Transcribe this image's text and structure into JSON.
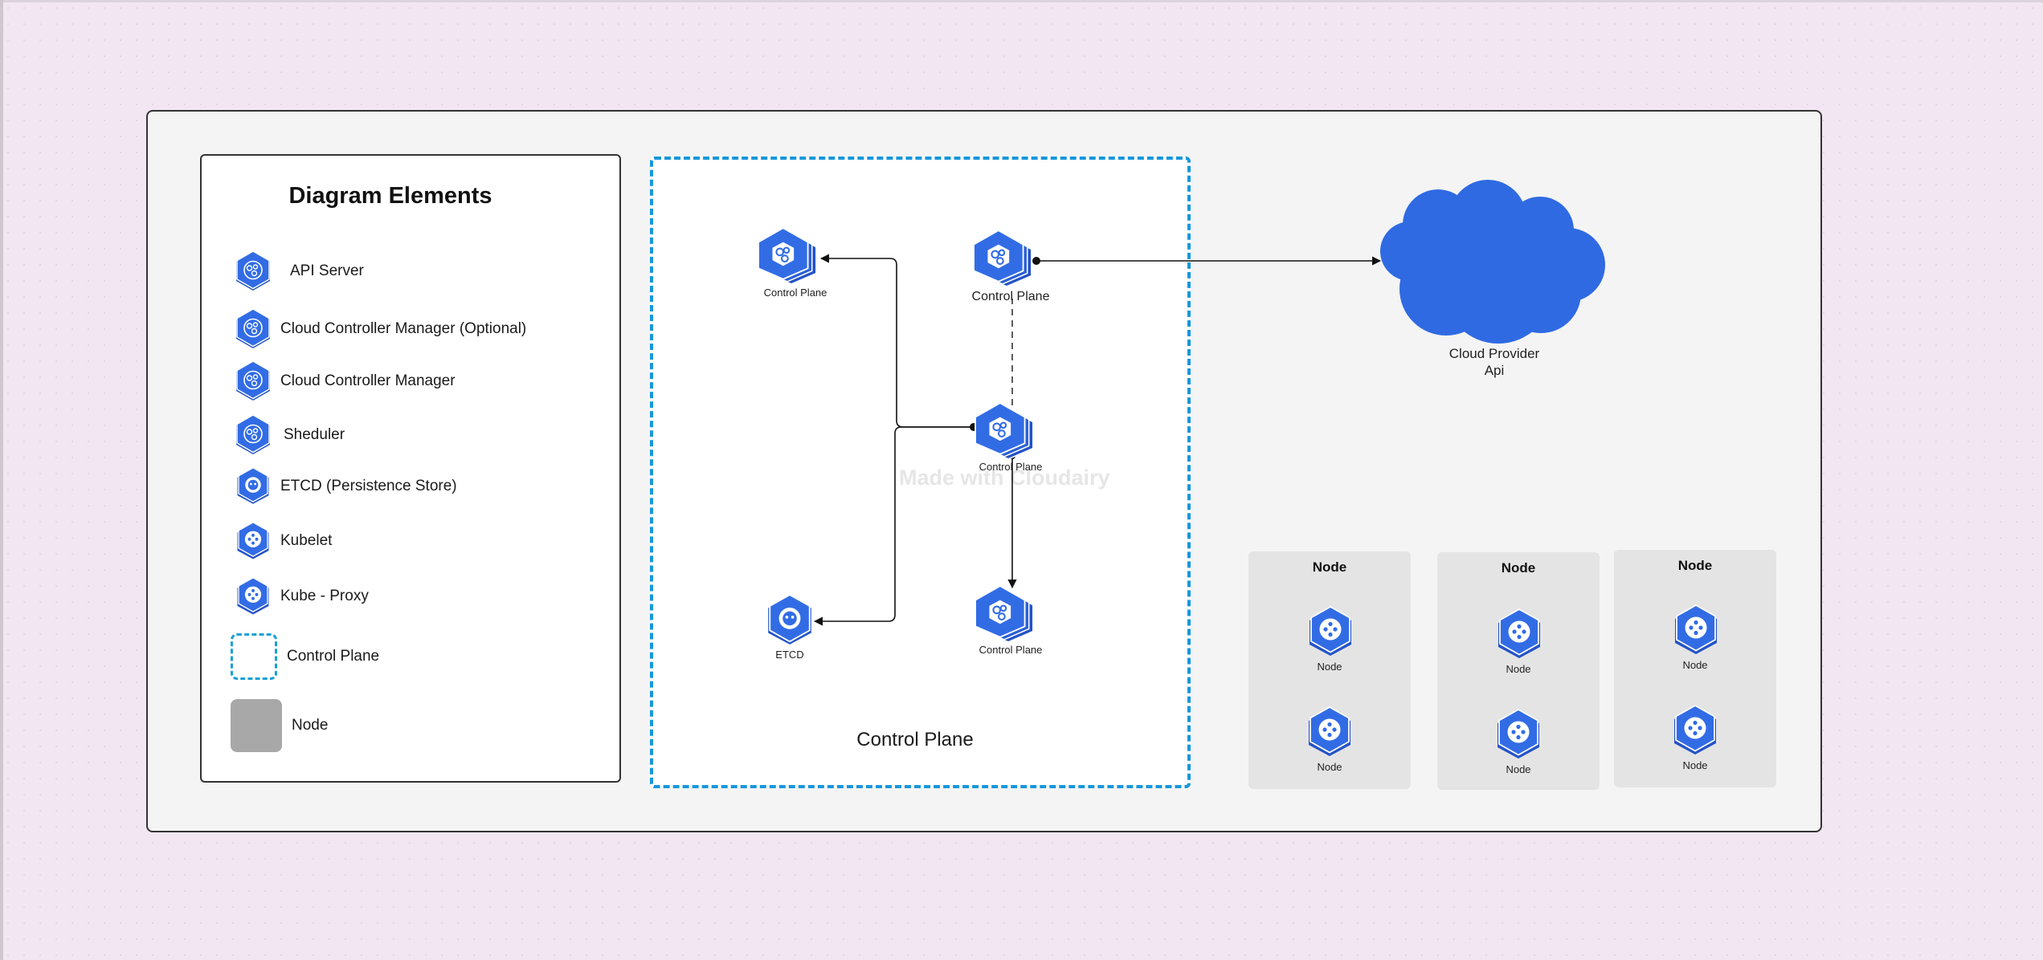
{
  "legend": {
    "title": "Diagram Elements",
    "items": [
      {
        "label": "API Server",
        "icon": "api-server-icon"
      },
      {
        "label": "Cloud Controller Manager (Optional)",
        "icon": "cloud-controller-manager-optional-icon"
      },
      {
        "label": "Cloud Controller Manager",
        "icon": "cloud-controller-manager-icon"
      },
      {
        "label": "Sheduler",
        "icon": "scheduler-icon"
      },
      {
        "label": "ETCD (Persistence Store)",
        "icon": "etcd-icon"
      },
      {
        "label": "Kubelet",
        "icon": "kubelet-icon"
      },
      {
        "label": "Kube - Proxy",
        "icon": "kube-proxy-icon"
      },
      {
        "label": "Control Plane",
        "icon": "dashed-box-swatch"
      },
      {
        "label": "Node",
        "icon": "gray-box-swatch"
      }
    ]
  },
  "control_plane": {
    "caption": "Control Plane",
    "components": [
      {
        "label": "Control Plane",
        "icon": "kubernetes-control-plane-icon"
      },
      {
        "label": "Control Plane",
        "icon": "kubernetes-control-plane-icon"
      },
      {
        "label": "Control Plane",
        "icon": "kubernetes-control-plane-icon"
      },
      {
        "label": "Control Plane",
        "icon": "kubernetes-control-plane-icon"
      },
      {
        "label": "ETCD",
        "icon": "etcd-icon"
      }
    ]
  },
  "cloud": {
    "label_line1": "Cloud Provider",
    "label_line2": "Api",
    "color": "#2f6ae3"
  },
  "nodes": [
    {
      "title": "Node",
      "items": [
        "Node",
        "Node"
      ]
    },
    {
      "title": "Node",
      "items": [
        "Node",
        "Node"
      ]
    },
    {
      "title": "Node",
      "items": [
        "Node",
        "Node"
      ]
    }
  ],
  "watermark": "Made with  Cloudairy",
  "colors": {
    "k8s_blue": "#326ce5",
    "k8s_dark": "#1e4fc2",
    "dashed_border": "#1797dc",
    "node_gray": "#e4e4e4",
    "swatch_gray": "#a8a8a8"
  }
}
